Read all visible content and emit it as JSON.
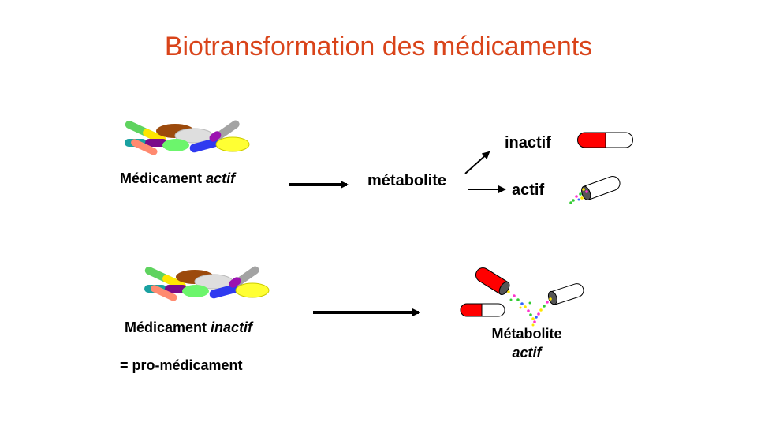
{
  "title": "Biotransformation des médicaments",
  "row1": {
    "drug_label": "Médicament",
    "drug_state": "actif",
    "metabolite": "métabolite",
    "branch_inactive": "inactif",
    "branch_active": "actif"
  },
  "row2": {
    "drug_label": "Médicament",
    "drug_state": "inactif",
    "prodrug_note": "= pro-médicament",
    "result_label": "Métabolite",
    "result_state": "actif"
  },
  "colors": {
    "title": "#d9441a",
    "capsule_red": "#ff0000",
    "arrow": "#000000"
  },
  "icons": [
    "pills-pile-icon",
    "capsule-closed-icon",
    "capsule-open-icon",
    "arrow-right-icon"
  ]
}
